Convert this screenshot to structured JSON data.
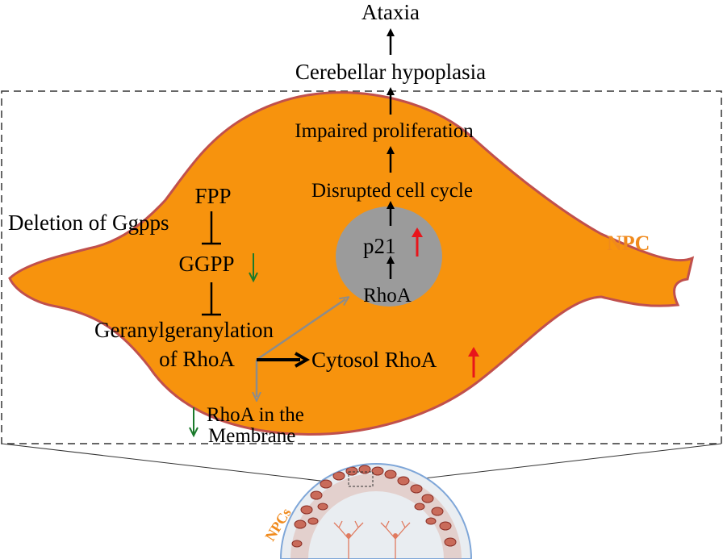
{
  "labels": {
    "ataxia": "Ataxia",
    "cerebellar_hypoplasia": "Cerebellar hypoplasia",
    "impaired_proliferation": "Impaired proliferation",
    "disrupted_cell_cycle": "Disrupted cell cycle",
    "p21": "p21",
    "rhoa_nucleus": "RhoA",
    "fpp": "FPP",
    "deletion": "Deletion of Ggpps",
    "ggpp": "GGPP",
    "geranyl_line1": "Geranylgeranylation",
    "geranyl_line2": "of RhoA",
    "cytosol_rhoa": "Cytosol RhoA",
    "membrane_line1": "RhoA in the",
    "membrane_line2": "Membrane",
    "npc": "NPC",
    "npcs": "NPCs"
  },
  "indicators": {
    "up_color": "#E8151B",
    "down_color": "#1A7A2B",
    "p21": "up",
    "cytosol_rhoa": "up",
    "ggpp": "down",
    "membrane_rhoa": "down"
  },
  "colors": {
    "cell_fill": "#F7930D",
    "cell_outline": "#C0504D",
    "nucleus_fill": "#9B9B9B",
    "gray_arrow": "#8C8C8C"
  }
}
